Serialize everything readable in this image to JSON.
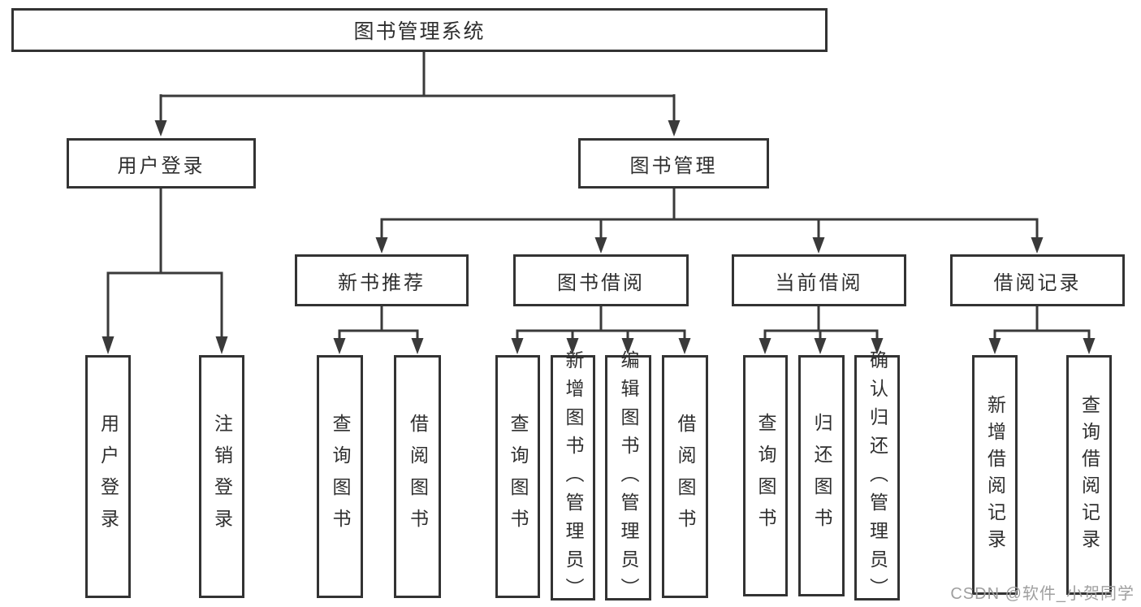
{
  "title": "图书管理系统",
  "tree": {
    "root": {
      "label": "图书管理系统"
    },
    "children": [
      {
        "label": "用户登录",
        "children": [
          {
            "label": "用户登录"
          },
          {
            "label": "注销登录"
          }
        ]
      },
      {
        "label": "图书管理",
        "children": [
          {
            "label": "新书推荐",
            "children": [
              {
                "label": "查询图书"
              },
              {
                "label": "借阅图书"
              }
            ]
          },
          {
            "label": "图书借阅",
            "children": [
              {
                "label": "查询图书"
              },
              {
                "label": "新增图书（管理员）"
              },
              {
                "label": "编辑图书（管理员）"
              },
              {
                "label": "借阅图书"
              }
            ]
          },
          {
            "label": "当前借阅",
            "children": [
              {
                "label": "查询图书"
              },
              {
                "label": "归还图书"
              },
              {
                "label": "确认归还（管理员）"
              }
            ]
          },
          {
            "label": "借阅记录",
            "children": [
              {
                "label": "新增借阅记录"
              },
              {
                "label": "查询借阅记录"
              }
            ]
          }
        ]
      }
    ]
  },
  "watermark": {
    "text": "CSDN @软件_小贺同学"
  },
  "colors": {
    "background": "#ffffff",
    "box_border": "#333333",
    "text": "#2f2f2f",
    "connector": "#3a3a3a",
    "watermark": "#9f9f9f"
  }
}
